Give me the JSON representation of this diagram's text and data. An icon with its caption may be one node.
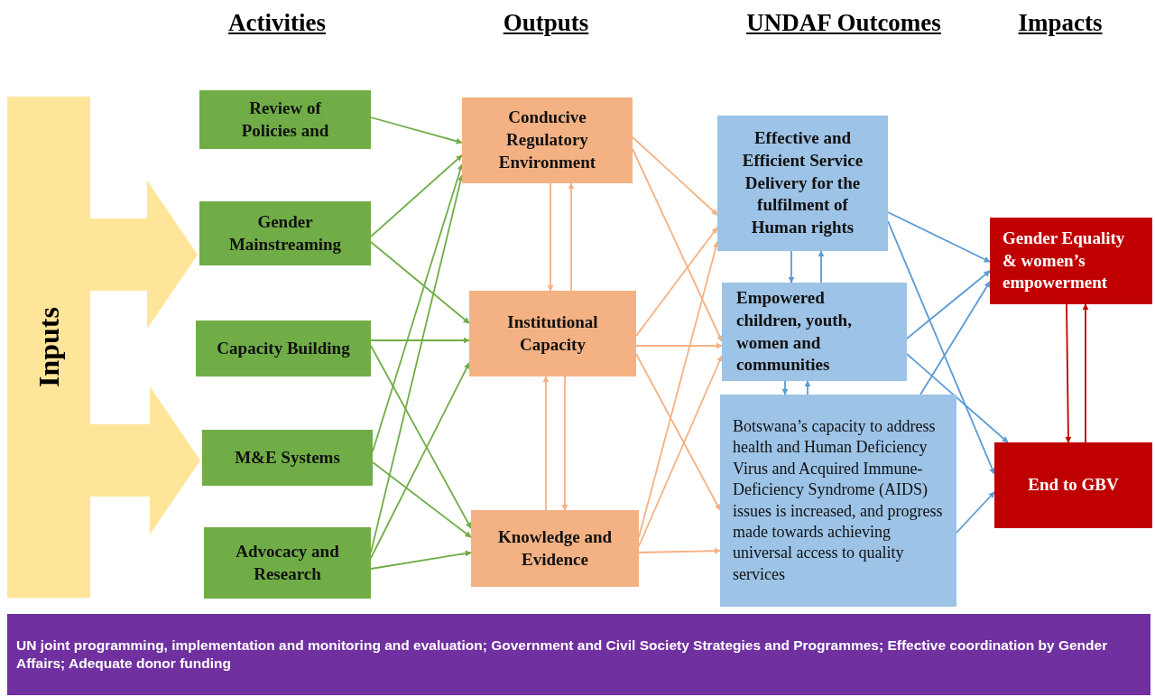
{
  "diagram": {
    "nodes": [
      {
        "text": [
          "Inputs"
        ]
      },
      {
        "text": [
          "Review of Policies and"
        ]
      },
      {
        "text": [
          "Gender Mainstreaming"
        ]
      },
      {
        "text": [
          "Capacity Building"
        ]
      },
      {
        "text": [
          "M&E Systems"
        ]
      },
      {
        "text": [
          "Advocacy and Research"
        ]
      },
      {
        "text": [
          "Conducive Regulatory Environment"
        ]
      },
      {
        "text": [
          "Institutional Capacity"
        ]
      },
      {
        "text": [
          "Knowledge and Evidence"
        ]
      },
      {
        "text": [
          "Effective and Efficient Service Delivery for the fulfilment of Human rights"
        ]
      },
      {
        "text": [
          "Empowered children, youth, women and communities"
        ]
      },
      {
        "text": [
          "Botswana’s capacity to address health and Human Deficiency Virus and Acquired Immune-Deficiency Syndrome (AIDS) issues is increased, and progress made towards achieving universal access to quality services"
        ]
      },
      {
        "text": [
          "Gender Equality & women’s empowerment"
        ]
      },
      {
        "text": [
          "End to GBV"
        ]
      },
      {
        "text": [
          "UN joint programming, implementation and monitoring and evaluation; Government and Civil Society Strategies and Programmes; Effective coordination by Gender Affairs; Adequate donor funding"
        ]
      }
    ],
    "edges": [
      {
        "from": 0,
        "to": 2,
        "arrow": "to",
        "style": "thick",
        "color": "#ffe599"
      },
      {
        "from": 0,
        "to": 4,
        "arrow": "to",
        "style": "thick",
        "color": "#ffe599"
      },
      {
        "from": 1,
        "to": 6,
        "arrow": "to",
        "color": "#70ad47"
      },
      {
        "from": 2,
        "to": 6,
        "arrow": "to",
        "color": "#70ad47"
      },
      {
        "from": 2,
        "to": 7,
        "arrow": "to",
        "color": "#70ad47"
      },
      {
        "from": 3,
        "to": 7,
        "arrow": "to",
        "color": "#70ad47"
      },
      {
        "from": 3,
        "to": 8,
        "arrow": "to",
        "color": "#70ad47"
      },
      {
        "from": 4,
        "to": 6,
        "arrow": "to",
        "color": "#70ad47"
      },
      {
        "from": 4,
        "to": 8,
        "arrow": "to",
        "color": "#70ad47"
      },
      {
        "from": 5,
        "to": 6,
        "arrow": "to",
        "color": "#70ad47"
      },
      {
        "from": 5,
        "to": 7,
        "arrow": "to",
        "color": "#70ad47"
      },
      {
        "from": 5,
        "to": 8,
        "arrow": "to",
        "color": "#70ad47"
      },
      {
        "from": 6,
        "to": 7,
        "arrow": "to"
      },
      {
        "from": 7,
        "to": 6,
        "arrow": "to"
      },
      {
        "from": 7,
        "to": 8,
        "arrow": "to"
      },
      {
        "from": 8,
        "to": 7,
        "arrow": "to"
      },
      {
        "from": 6,
        "to": 9,
        "arrow": "to"
      },
      {
        "from": 6,
        "to": 10,
        "arrow": "to"
      },
      {
        "from": 7,
        "to": 9,
        "arrow": "to"
      },
      {
        "from": 7,
        "to": 10,
        "arrow": "to"
      },
      {
        "from": 7,
        "to": 11,
        "arrow": "to"
      },
      {
        "from": 8,
        "to": 9,
        "arrow": "to"
      },
      {
        "from": 8,
        "to": 10,
        "arrow": "to"
      },
      {
        "from": 8,
        "to": 11,
        "arrow": "to"
      },
      {
        "from": 9,
        "to": 10,
        "arrow": "to",
        "color": "#5b9bd5"
      },
      {
        "from": 10,
        "to": 9,
        "arrow": "to",
        "color": "#5b9bd5"
      },
      {
        "from": 10,
        "to": 11,
        "arrow": "to",
        "color": "#5b9bd5"
      },
      {
        "from": 11,
        "to": 10,
        "arrow": "to",
        "color": "#5b9bd5"
      },
      {
        "from": 9,
        "to": 12,
        "arrow": "to",
        "color": "#5b9bd5"
      },
      {
        "from": 9,
        "to": 13,
        "arrow": "to",
        "color": "#5b9bd5"
      },
      {
        "from": 10,
        "to": 12,
        "arrow": "to",
        "color": "#5b9bd5"
      },
      {
        "from": 10,
        "to": 13,
        "arrow": "to",
        "color": "#5b9bd5"
      },
      {
        "from": 11,
        "to": 12,
        "arrow": "to",
        "color": "#5b9bd5"
      },
      {
        "from": 11,
        "to": 13,
        "arrow": "to",
        "color": "#5b9bd5"
      },
      {
        "from": 12,
        "to": 13,
        "arrow": "to",
        "color": "#c00000"
      },
      {
        "from": 13,
        "to": 12,
        "arrow": "to",
        "color": "#c00000"
      }
    ],
    "labels": [
      "Activities",
      "Outputs",
      "UNDAF Outcomes",
      "Impacts"
    ]
  }
}
